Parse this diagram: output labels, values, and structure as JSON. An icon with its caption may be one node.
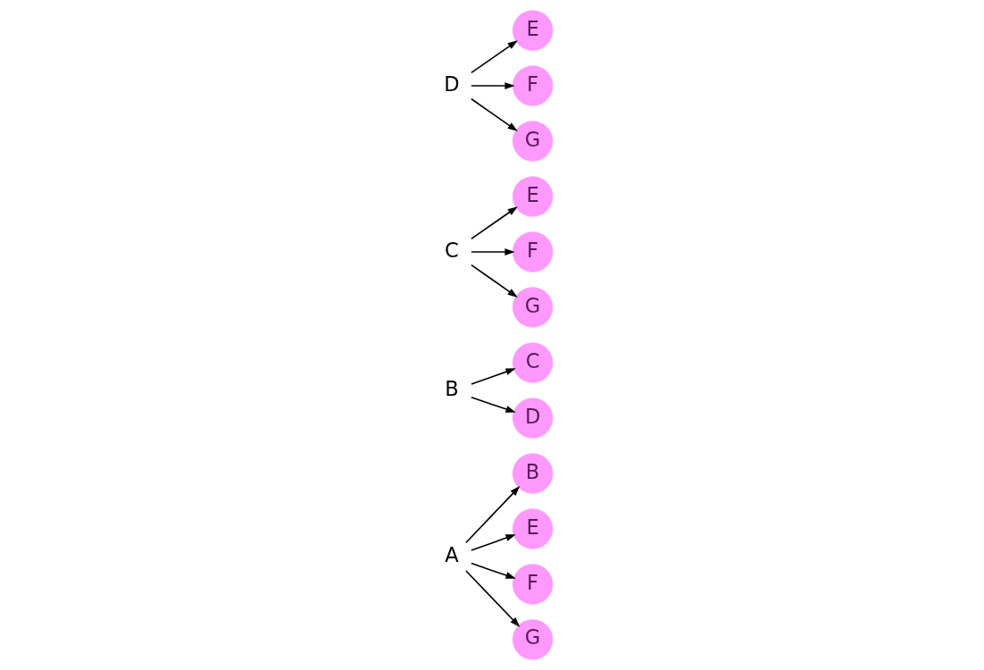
{
  "diagram": {
    "nodes": [
      {
        "text": [
          "A"
        ]
      },
      {
        "text": [
          "B"
        ]
      },
      {
        "text": [
          "E"
        ]
      },
      {
        "text": [
          "F"
        ]
      },
      {
        "text": [
          "G"
        ]
      },
      {
        "text": [
          "B"
        ]
      },
      {
        "text": [
          "C"
        ]
      },
      {
        "text": [
          "D"
        ]
      },
      {
        "text": [
          "C"
        ]
      },
      {
        "text": [
          "E"
        ]
      },
      {
        "text": [
          "F"
        ]
      },
      {
        "text": [
          "G"
        ]
      },
      {
        "text": [
          "D"
        ]
      },
      {
        "text": [
          "E"
        ]
      },
      {
        "text": [
          "F"
        ]
      },
      {
        "text": [
          "G"
        ]
      }
    ],
    "edges": [
      {
        "from": 0,
        "to": 1,
        "arrow": "to"
      },
      {
        "from": 0,
        "to": 2,
        "arrow": "to"
      },
      {
        "from": 0,
        "to": 3,
        "arrow": "to"
      },
      {
        "from": 0,
        "to": 4,
        "arrow": "to"
      },
      {
        "from": 5,
        "to": 6,
        "arrow": "to"
      },
      {
        "from": 5,
        "to": 7,
        "arrow": "to"
      },
      {
        "from": 8,
        "to": 9,
        "arrow": "to"
      },
      {
        "from": 8,
        "to": 10,
        "arrow": "to"
      },
      {
        "from": 8,
        "to": 11,
        "arrow": "to"
      },
      {
        "from": 12,
        "to": 13,
        "arrow": "to"
      },
      {
        "from": 12,
        "to": 14,
        "arrow": "to"
      },
      {
        "from": 12,
        "to": 15,
        "arrow": "to"
      }
    ]
  }
}
